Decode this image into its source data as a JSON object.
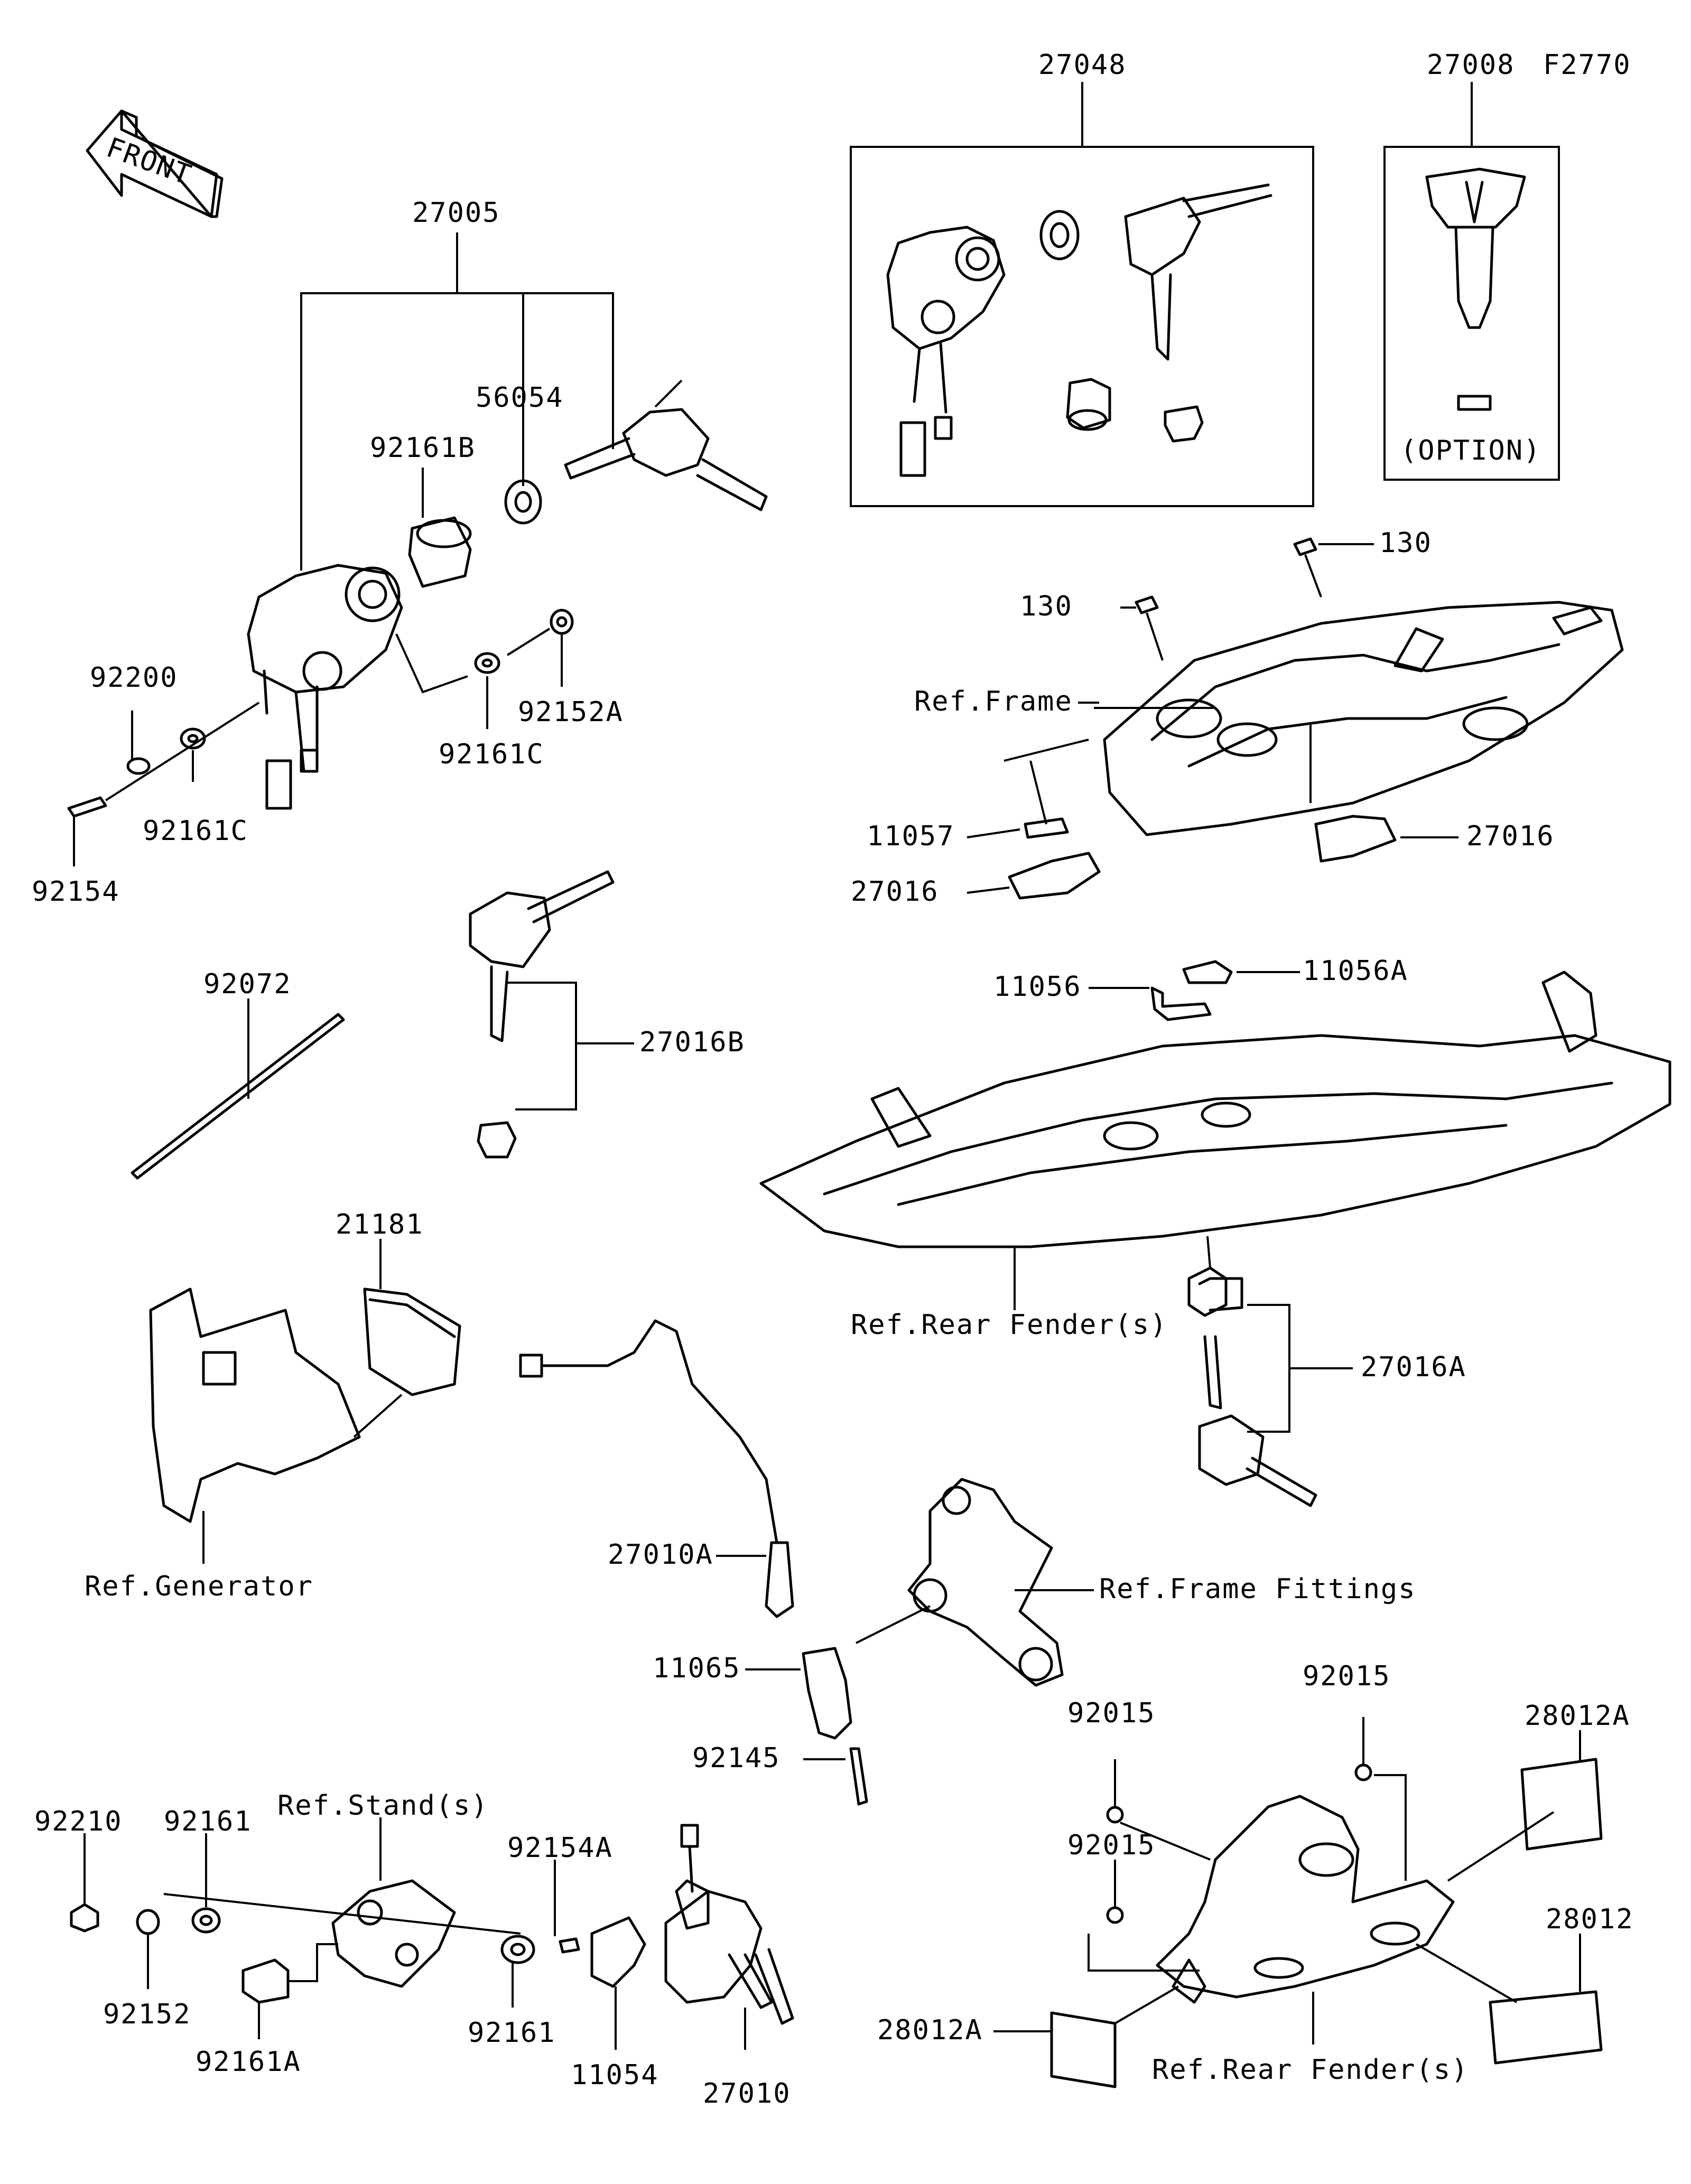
{
  "diagram_code": "F2770",
  "front_arrow_label": "FRONT",
  "labels": {
    "p27048": "27048",
    "p27008": "27008",
    "p27005": "27005",
    "p56054": "56054",
    "p92161B": "92161B",
    "p92200": "92200",
    "p92161C_a": "92161C",
    "p92161C_b": "92161C",
    "p92152A": "92152A",
    "p92154": "92154",
    "p130_a": "130",
    "p130_b": "130",
    "ref_frame": "Ref.Frame",
    "p11057": "11057",
    "p27016_a": "27016",
    "p27016_b": "27016",
    "p92072": "92072",
    "p27016B": "27016B",
    "p11056": "11056",
    "p11056A": "11056A",
    "ref_rear_fender_1": "Ref.Rear Fender(s)",
    "p27016A": "27016A",
    "p21181": "21181",
    "ref_generator": "Ref.Generator",
    "p27010A": "27010A",
    "ref_frame_fittings": "Ref.Frame Fittings",
    "p11065": "11065",
    "p92145": "92145",
    "p92015_a": "92015",
    "p92015_b": "92015",
    "p92015_c": "92015",
    "p28012A_a": "28012A",
    "p28012A_b": "28012A",
    "p28012": "28012",
    "p92210": "92210",
    "p92161_a": "92161",
    "p92161_b": "92161",
    "ref_stand": "Ref.Stand(s)",
    "p92154A": "92154A",
    "p92152": "92152",
    "p92161A": "92161A",
    "p11054": "11054",
    "p27010": "27010",
    "ref_rear_fender_2": "Ref.Rear Fender(s)",
    "option": "(OPTION)"
  }
}
